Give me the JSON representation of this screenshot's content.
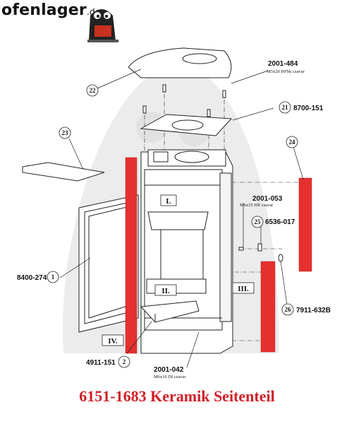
{
  "brand": {
    "name": "ofenlager",
    "tld": ".de"
  },
  "caption": "6151-1683 Keramik Seitenteil",
  "callouts": {
    "c22": "22",
    "c21": "21",
    "c23": "23",
    "c24": "24",
    "c25": "25",
    "c26": "26",
    "c1": "1",
    "c2": "2"
  },
  "part_numbers": {
    "p2001_484": "2001-484",
    "p2001_484_sub": "M5x20 HFbk czavar",
    "p8700_151": "8700-151",
    "p2001_053": "2001-053",
    "p2001_053_sub": "M6x35 Hlf csavar",
    "p6536_017": "6536-017",
    "p7911_632b": "7911-632B",
    "p8400_274": "8400-274",
    "p4911_151": "4911-151",
    "p2001_042": "2001-042",
    "p2001_042_sub": "M6x16 Df csavar"
  },
  "labels": {
    "L": "L",
    "II": "II.",
    "III": "III.",
    "IV": "IV."
  },
  "colors": {
    "highlight": "#e53030",
    "caption": "#d01f26",
    "line": "#222222",
    "watermark": "#ececec"
  }
}
